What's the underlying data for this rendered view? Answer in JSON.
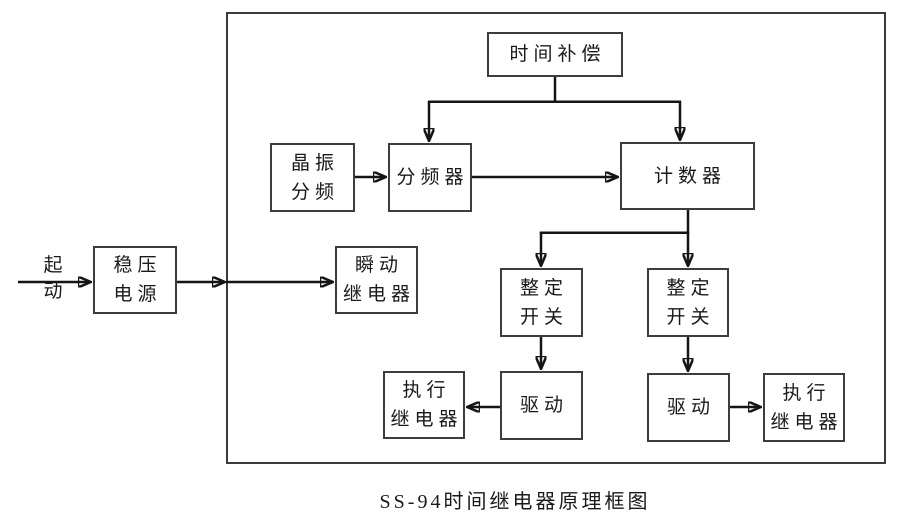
{
  "diagram": {
    "caption": "SS-94时间继电器原理框图",
    "colors": {
      "line": "#151515",
      "box_border": "#3d3d3d",
      "background": "#ffffff"
    },
    "external": {
      "start_label": {
        "lines": [
          "起",
          "动"
        ]
      },
      "power_supply": {
        "lines": [
          "稳压",
          "电源"
        ]
      }
    },
    "nodes": {
      "time_compensation": {
        "label": "时间补偿"
      },
      "crystal_divider": {
        "lines": [
          "晶振",
          "分频"
        ]
      },
      "frequency_divider": {
        "label": "分频器"
      },
      "counter": {
        "label": "计数器"
      },
      "instant_relay": {
        "lines": [
          "瞬动",
          "继电器"
        ]
      },
      "setting_switch_left": {
        "lines": [
          "整定",
          "开关"
        ]
      },
      "setting_switch_right": {
        "lines": [
          "整定",
          "开关"
        ]
      },
      "drive_left": {
        "label": "驱动"
      },
      "drive_right": {
        "label": "驱动"
      },
      "exec_relay_left": {
        "lines": [
          "执行",
          "继电器"
        ]
      },
      "exec_relay_right": {
        "lines": [
          "执行",
          "继电器"
        ]
      }
    }
  }
}
